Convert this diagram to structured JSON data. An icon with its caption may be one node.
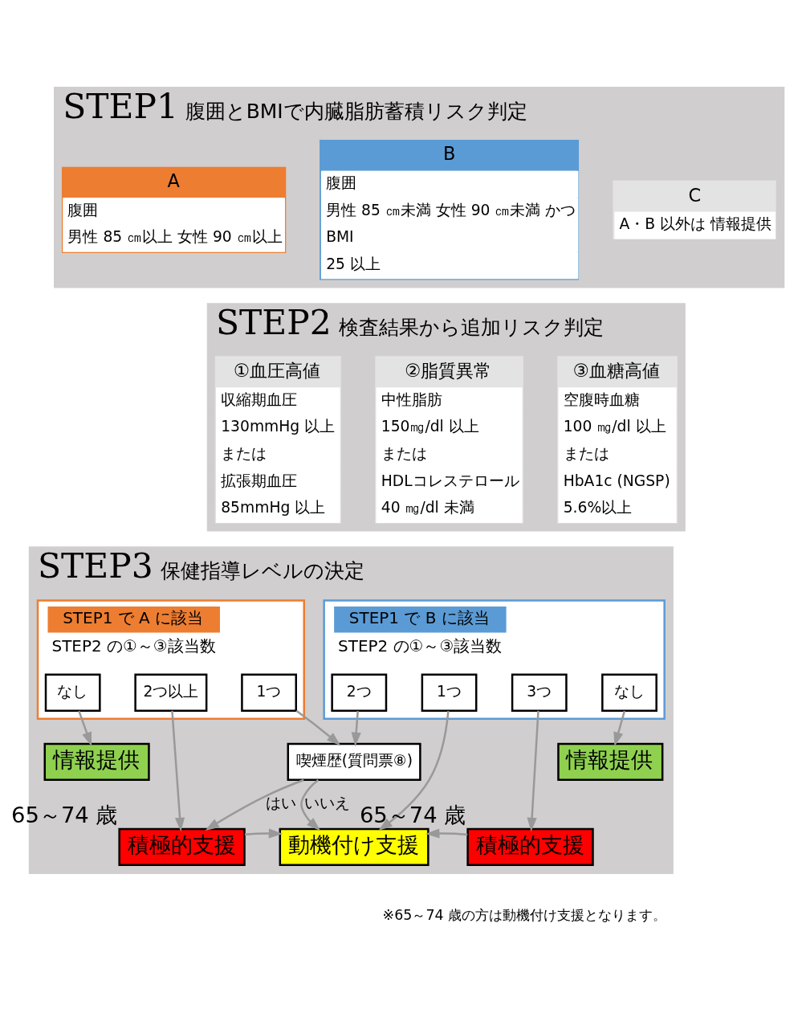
{
  "diagram": {
    "nodes": [
      {
        "text": [
          "STEP1",
          "腹囲とBMIで内臓脂肪蓄積リスク判定"
        ]
      },
      {
        "text": [
          "A",
          "腹囲",
          "男性 85 ㎝以上 女性 90 ㎝以上"
        ],
        "in": 0
      },
      {
        "text": [
          "B",
          "腹囲",
          "男性 85 ㎝未満 女性 90 ㎝未満 かつ",
          "BMI",
          "25 以上"
        ],
        "in": 0
      },
      {
        "text": [
          "C",
          "A・B 以外は 情報提供"
        ],
        "in": 0
      },
      {
        "text": [
          "STEP2",
          "検査結果から追加リスク判定"
        ]
      },
      {
        "text": [
          "①血圧高値",
          "収縮期血圧",
          "130mmHg 以上",
          "または",
          "拡張期血圧",
          "85mmHg 以上"
        ],
        "in": 4
      },
      {
        "text": [
          "②脂質異常",
          "中性脂肪",
          "150㎎/dl 以上",
          "または",
          "HDLコレステロール",
          "40 ㎎/dl 未満"
        ],
        "in": 4
      },
      {
        "text": [
          "③血糖高値",
          "空腹時血糖",
          "100 ㎎/dl 以上",
          "または",
          "HbA1c (NGSP)",
          "5.6%以上"
        ],
        "in": 4
      },
      {
        "text": [
          "STEP3",
          "保健指導レベルの決定"
        ]
      },
      {
        "text": [
          "STEP1 で A に該当",
          "STEP2 の①～③該当数"
        ],
        "in": 8
      },
      {
        "text": [
          "なし"
        ],
        "in": 9
      },
      {
        "text": [
          "2つ以上"
        ],
        "in": 9
      },
      {
        "text": [
          "1つ"
        ],
        "in": 9
      },
      {
        "text": [
          "STEP1 で B に該当",
          "STEP2 の①～③該当数"
        ],
        "in": 8
      },
      {
        "text": [
          "2つ"
        ],
        "in": 13
      },
      {
        "text": [
          "1つ"
        ],
        "in": 13
      },
      {
        "text": [
          "3つ"
        ],
        "in": 13
      },
      {
        "text": [
          "なし"
        ],
        "in": 13
      },
      {
        "text": [
          "情報提供"
        ],
        "in": 8
      },
      {
        "text": [
          "喫煙歴(質問票⑧)"
        ],
        "in": 8
      },
      {
        "text": [
          "情報提供"
        ],
        "in": 8
      },
      {
        "text": [
          "積極的支援"
        ],
        "beside": [
          "65～74 歳"
        ],
        "in": 8
      },
      {
        "text": [
          "動機付け支援"
        ],
        "in": 8
      },
      {
        "text": [
          "積極的支援"
        ],
        "beside": [
          "65～74 歳"
        ],
        "in": 8
      }
    ],
    "edges": [
      {
        "from": 10,
        "to": 18,
        "arrow": "to"
      },
      {
        "from": 11,
        "to": 21,
        "arrow": "to"
      },
      {
        "from": 12,
        "to": 19,
        "arrow": "to"
      },
      {
        "from": 14,
        "to": 19,
        "arrow": "to"
      },
      {
        "from": 15,
        "to": 22,
        "arrow": "to"
      },
      {
        "from": 16,
        "to": 23,
        "arrow": "to"
      },
      {
        "from": 17,
        "to": 20,
        "arrow": "to"
      },
      {
        "from": 19,
        "to": 21,
        "arrow": "to",
        "label": "はい"
      },
      {
        "from": 19,
        "to": 22,
        "arrow": "to",
        "label": "いいえ"
      },
      {
        "from": 21,
        "to": 22,
        "arrow": "to"
      },
      {
        "from": 23,
        "to": 22,
        "arrow": "to"
      }
    ],
    "labels": [
      "※65～74 歳の方は動機付け支援となります。"
    ]
  }
}
